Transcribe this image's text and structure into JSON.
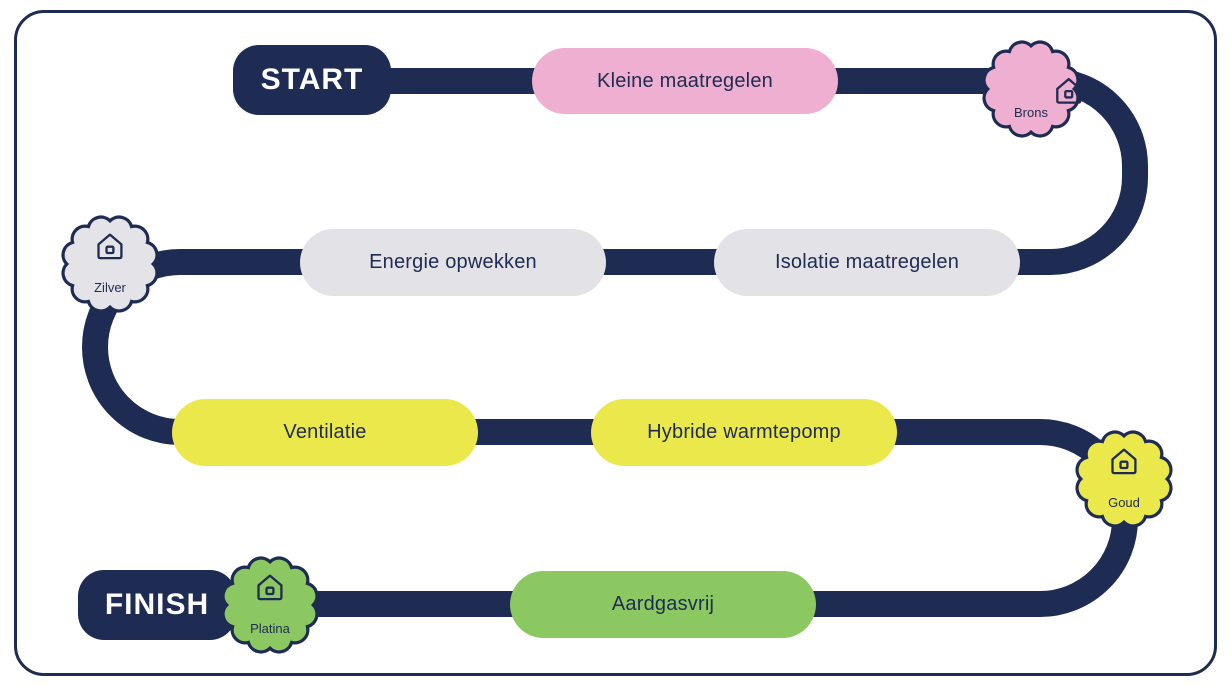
{
  "diagram": {
    "start": {
      "label": "START"
    },
    "finish": {
      "label": "FINISH"
    },
    "steps": [
      {
        "label": "Kleine maatregelen",
        "color": "#efafd0"
      },
      {
        "label": "Isolatie maatregelen",
        "color": "#e3e2e6"
      },
      {
        "label": "Energie opwekken",
        "color": "#e3e2e6"
      },
      {
        "label": "Ventilatie",
        "color": "#ebe84b"
      },
      {
        "label": "Hybride warmtepomp",
        "color": "#ebe84b"
      },
      {
        "label": "Aardgasvrij",
        "color": "#8bc862"
      }
    ],
    "badges": [
      {
        "label": "Brons",
        "color": "#efafd0",
        "icon": "house-icon"
      },
      {
        "label": "Zilver",
        "color": "#e4e3e7",
        "icon": "house-icon"
      },
      {
        "label": "Goud",
        "color": "#ebe84b",
        "icon": "house-icon"
      },
      {
        "label": "Platina",
        "color": "#8bc862",
        "icon": "house-icon"
      }
    ],
    "colors": {
      "navy": "#1e2b52",
      "background": "#ffffff"
    }
  }
}
